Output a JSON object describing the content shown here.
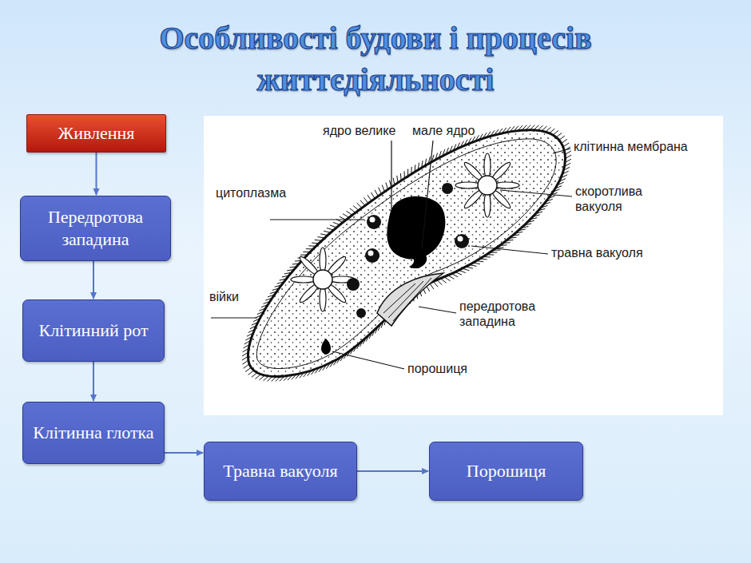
{
  "diagram": {
    "title": "Особливості будови і процесів життєдіяльності",
    "nodes": [
      {
        "text": [
          "Живлення"
        ]
      },
      {
        "text": [
          "Передротова западина"
        ]
      },
      {
        "text": [
          "Клітинний рот"
        ]
      },
      {
        "text": [
          "Клітинна глотка"
        ]
      },
      {
        "text": [
          "Травна вакуоля"
        ]
      },
      {
        "text": [
          "Порошиця"
        ]
      }
    ],
    "edges": [
      {
        "from": 0,
        "to": 1,
        "arrow": "to"
      },
      {
        "from": 1,
        "to": 2,
        "arrow": "to"
      },
      {
        "from": 2,
        "to": 3,
        "arrow": "to"
      },
      {
        "from": 3,
        "to": 4,
        "arrow": "to"
      },
      {
        "from": 4,
        "to": 5,
        "arrow": "to"
      }
    ],
    "labels": [
      "ядро велике",
      "мале ядро",
      "клітинна мембрана",
      "цитоплазма",
      "скоротлива вакуоля",
      "травна вакуоля",
      "війки",
      "передротова западина",
      "порошиця"
    ]
  }
}
